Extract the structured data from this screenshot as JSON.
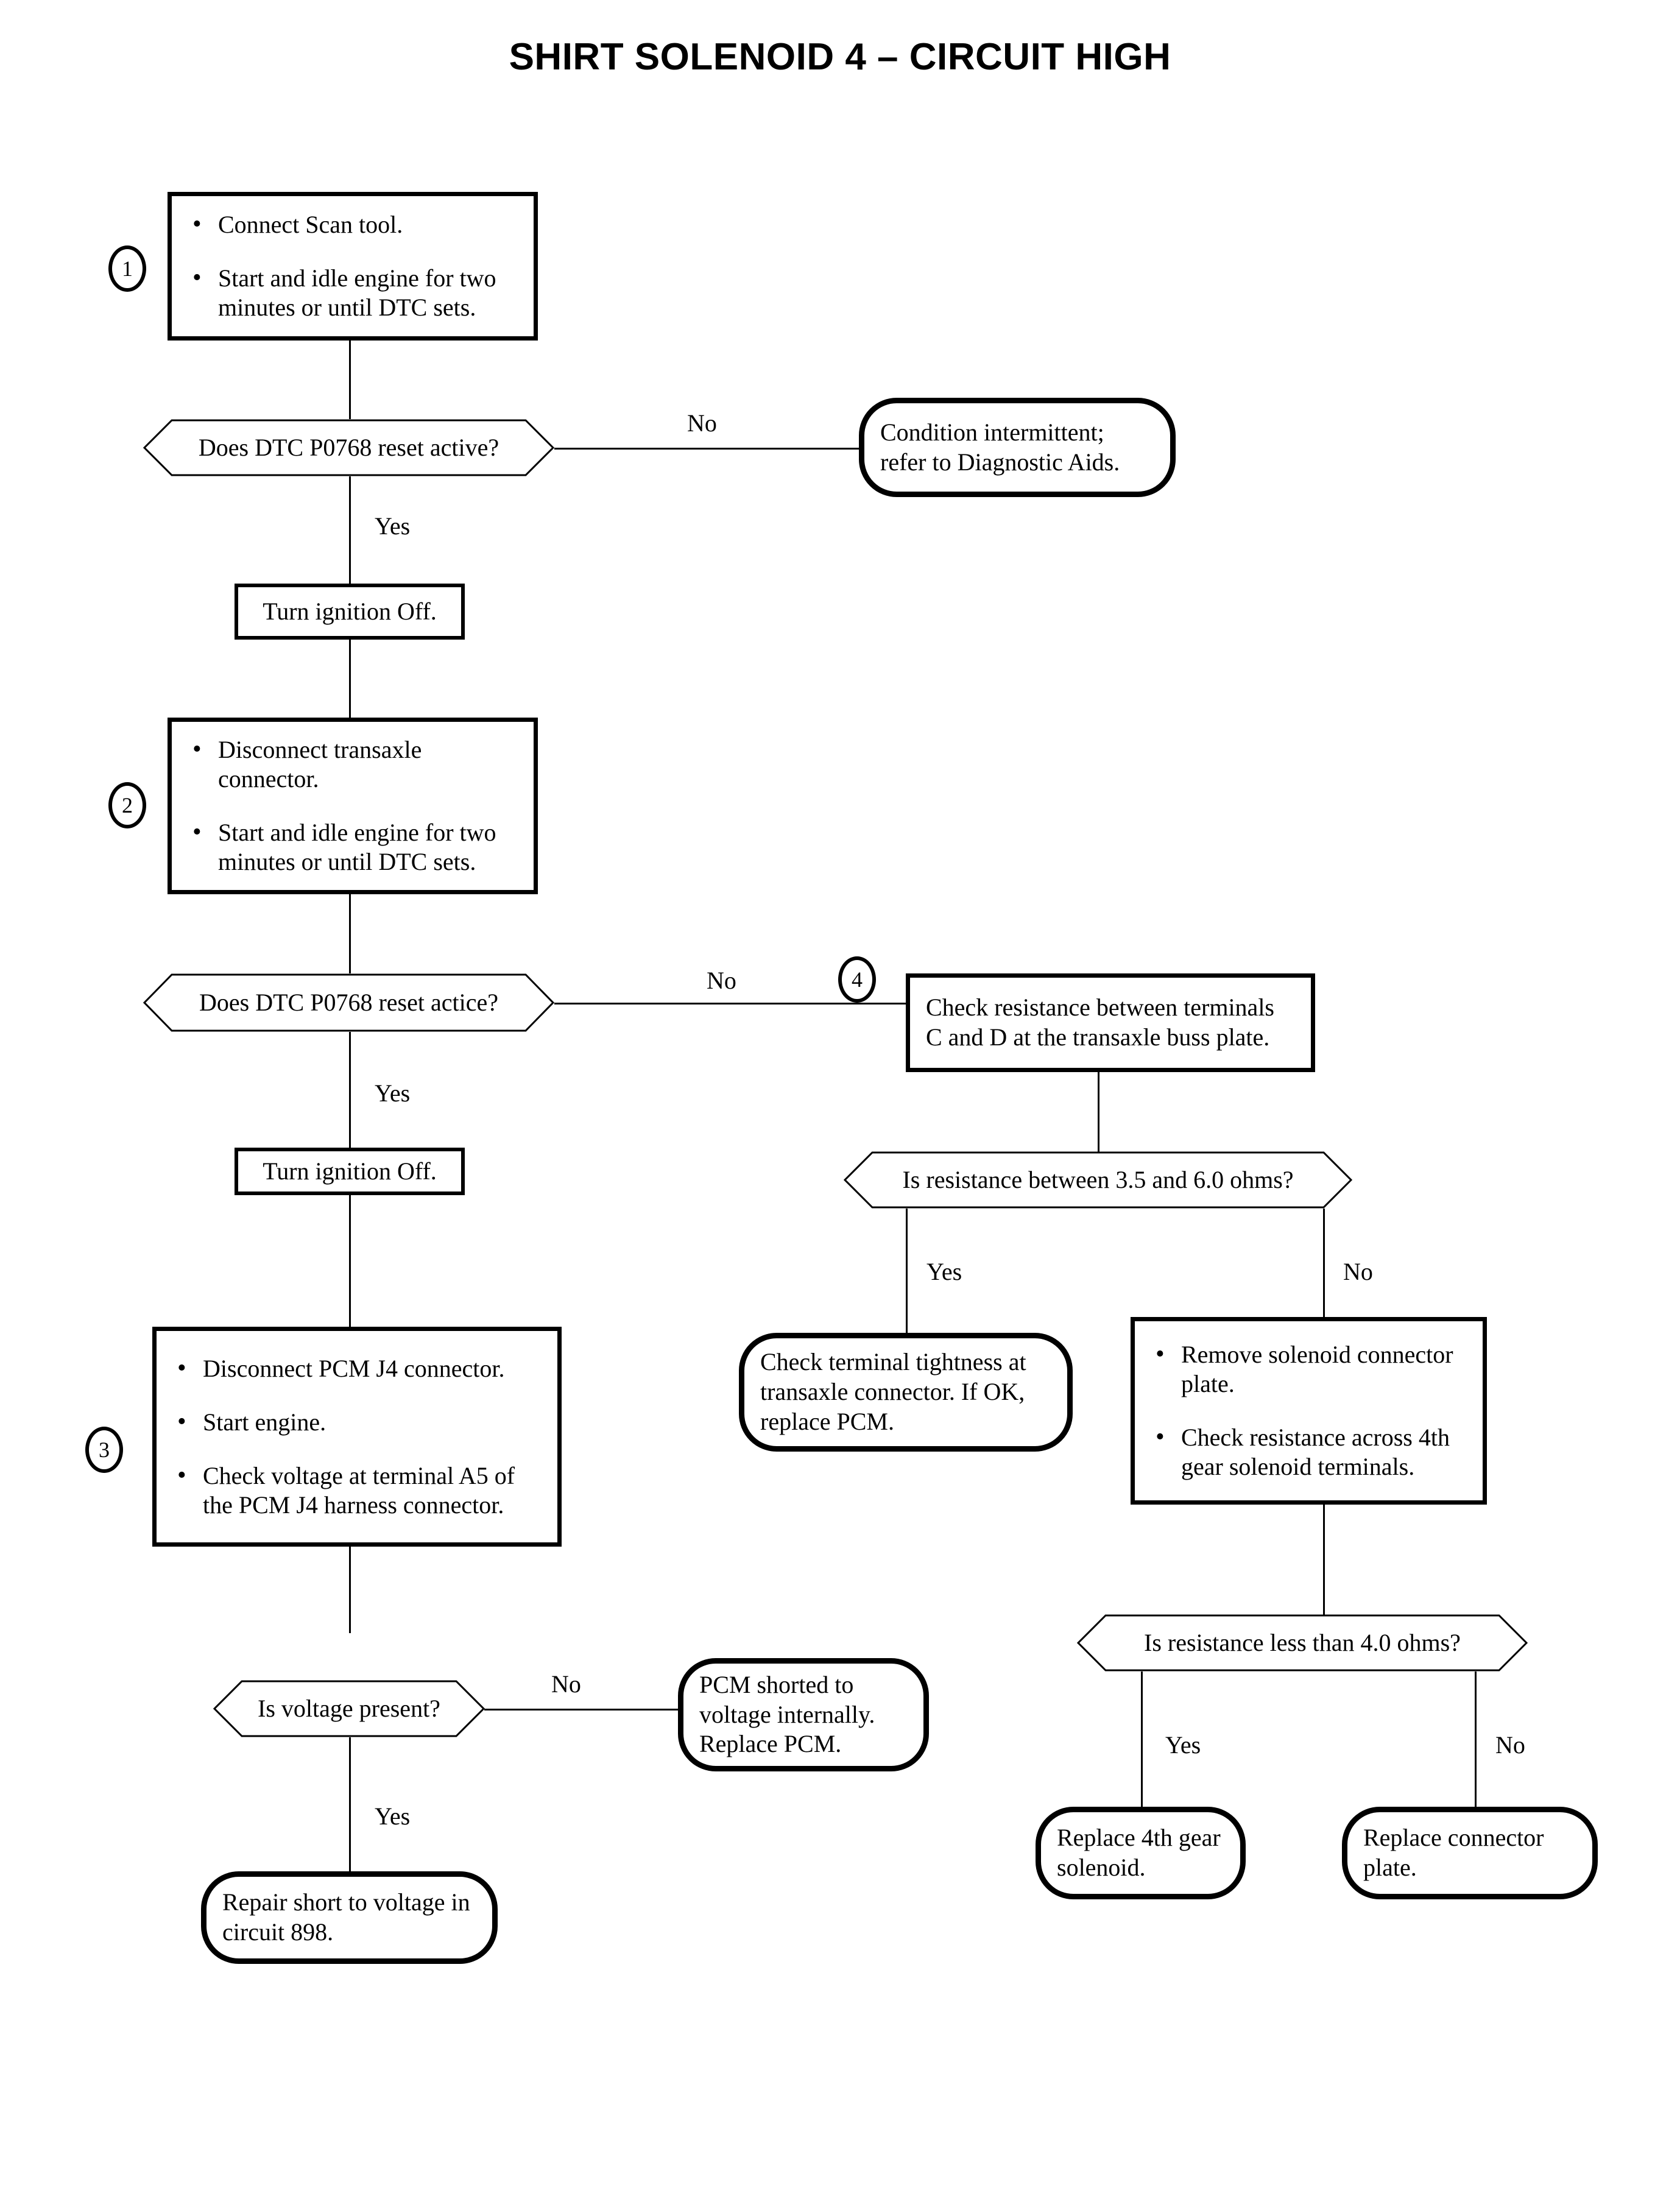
{
  "title": "SHIRT SOLENOID 4 – CIRCUIT HIGH",
  "step_numbers": {
    "one": "1",
    "two": "2",
    "three": "3",
    "four": "4"
  },
  "branch_labels": {
    "yes": "Yes",
    "no": "No",
    "d1_no": "No",
    "d1_yes": "Yes",
    "d2_no": "No",
    "d2_yes": "Yes",
    "d3_yes": "Yes",
    "d3_no": "No",
    "d4_no": "No",
    "d4_yes": "Yes",
    "d5_yes": "Yes",
    "d5_no": "No"
  },
  "nodes": {
    "step1": {
      "type": "process",
      "bullets": [
        "Connect Scan tool.",
        "Start and idle engine for two minutes or until DTC sets."
      ]
    },
    "decision1": {
      "type": "decision",
      "text": "Does DTC P0768 reset active?"
    },
    "intermittent": {
      "type": "terminator",
      "text": "Condition intermittent; refer to Diagnostic Aids."
    },
    "ignition_off_1": {
      "type": "process",
      "text": "Turn ignition Off."
    },
    "step2": {
      "type": "process",
      "bullets": [
        "Disconnect transaxle connector.",
        "Start and idle engine for two minutes or until DTC sets."
      ]
    },
    "decision2": {
      "type": "decision",
      "text": "Does DTC P0768 reset actice?"
    },
    "ignition_off_2": {
      "type": "process",
      "text": "Turn ignition Off."
    },
    "step4": {
      "type": "process",
      "text": "Check resistance between terminals C and D at the transaxle buss plate."
    },
    "decision3": {
      "type": "decision",
      "text": "Is resistance between 3.5 and 6.0 ohms?"
    },
    "check_terminal_tightness": {
      "type": "terminator",
      "text": "Check terminal tightness at transaxle connector. If OK, replace PCM."
    },
    "remove_solenoid": {
      "type": "process",
      "bullets": [
        "Remove solenoid connector plate.",
        "Check resistance across 4th gear solenoid terminals."
      ]
    },
    "step3": {
      "type": "process",
      "bullets": [
        "Disconnect PCM J4 connector.",
        "Start engine.",
        "Check voltage at terminal A5 of the PCM J4 harness connector."
      ]
    },
    "decision4": {
      "type": "decision",
      "text": "Is voltage present?"
    },
    "pcm_shorted": {
      "type": "terminator",
      "text": "PCM shorted to voltage internally. Replace PCM."
    },
    "decision5": {
      "type": "decision",
      "text": "Is resistance less than 4.0 ohms?"
    },
    "repair_short": {
      "type": "terminator",
      "text": "Repair short to voltage in circuit 898."
    },
    "replace_solenoid": {
      "type": "terminator",
      "text": "Replace 4th gear solenoid."
    },
    "replace_plate": {
      "type": "terminator",
      "text": "Replace connector plate."
    }
  },
  "colors": {
    "ink": "#000000",
    "paper": "#ffffff"
  }
}
